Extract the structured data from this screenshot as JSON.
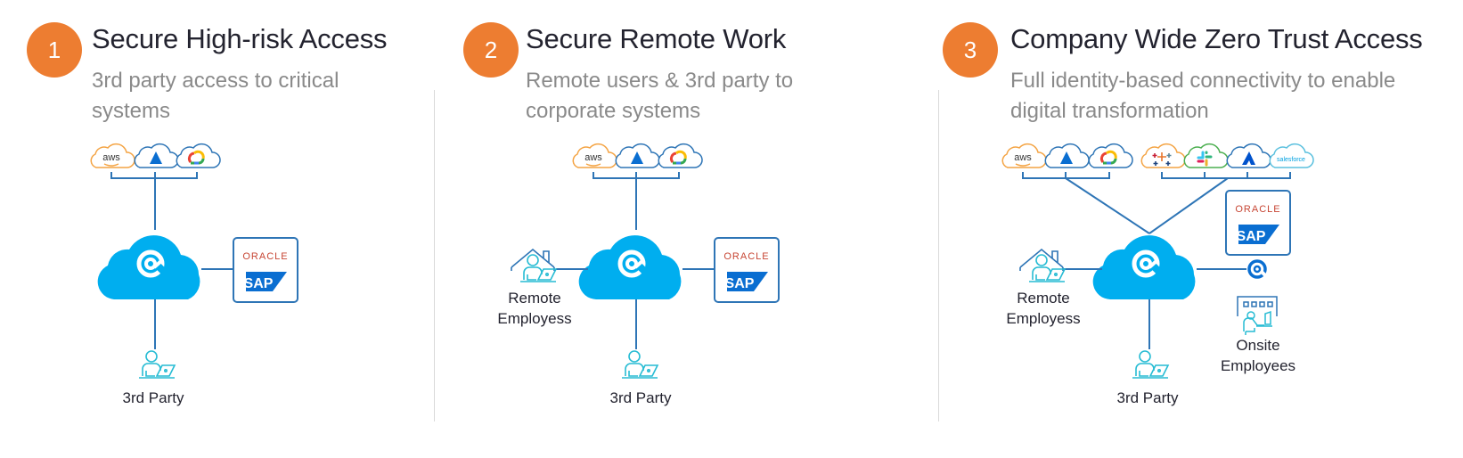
{
  "colors": {
    "badge": "#ed7d31",
    "title": "#23232f",
    "subtitle": "#8a8a8a",
    "hub_cloud": "#00aeef",
    "connector": "#2e75b6",
    "user_icon": "#27bcd4",
    "oracle_red": "#c74634",
    "sap_blue": "#0a6ed1"
  },
  "panels": [
    {
      "number": "1",
      "title": "Secure High-risk Access",
      "subtitle_line1": "3rd party access to critical",
      "subtitle_line2": "systems",
      "clouds": [
        "aws",
        "azure",
        "google-cloud"
      ],
      "apps": {
        "oracle": "ORACLE",
        "sap": "SAP"
      },
      "users": {
        "third_party": "3rd Party"
      }
    },
    {
      "number": "2",
      "title": "Secure Remote Work",
      "subtitle_line1": "Remote users & 3rd party to",
      "subtitle_line2": "corporate systems",
      "clouds": [
        "aws",
        "azure",
        "google-cloud"
      ],
      "apps": {
        "oracle": "ORACLE",
        "sap": "SAP"
      },
      "users": {
        "remote_line1": "Remote",
        "remote_line2": "Employess",
        "third_party": "3rd Party"
      }
    },
    {
      "number": "3",
      "title": "Company Wide Zero Trust Access",
      "subtitle_line1": "Full identity-based connectivity to enable",
      "subtitle_line2": "digital transformation",
      "clouds": [
        "aws",
        "azure",
        "google-cloud",
        "tableau",
        "slack",
        "atlassian",
        "salesforce"
      ],
      "salesforce_text": "salesforce",
      "aws_text": "aws",
      "apps": {
        "oracle": "ORACLE",
        "sap": "SAP"
      },
      "users": {
        "remote_line1": "Remote",
        "remote_line2": "Employess",
        "third_party": "3rd Party",
        "onsite_line1": "Onsite",
        "onsite_line2": "Employees"
      }
    }
  ]
}
